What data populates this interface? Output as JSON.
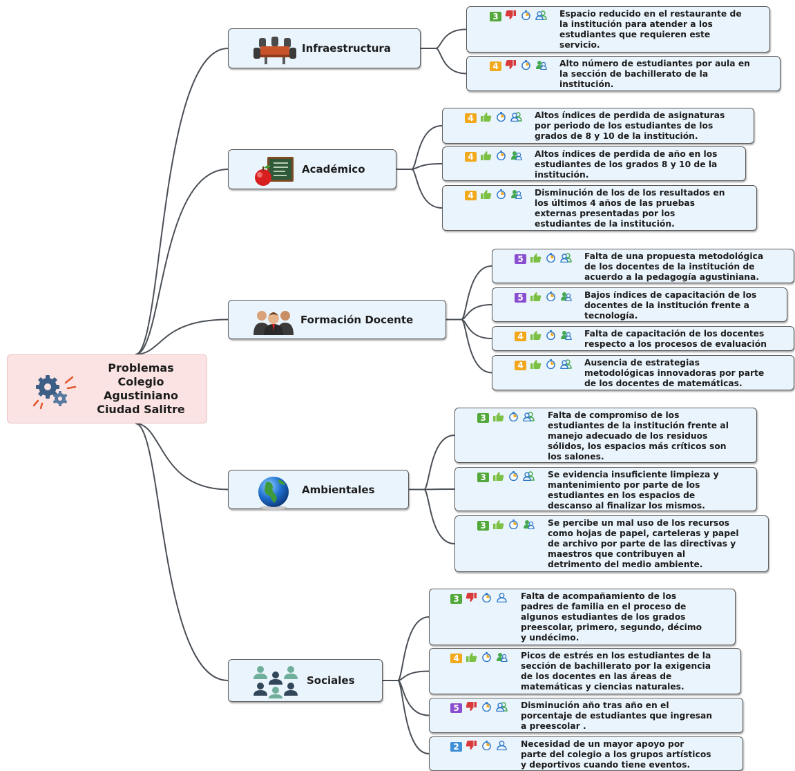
{
  "root": {
    "title": "Problemas\nColegio\nAgustiniano\nCiudad Salitre",
    "icon": "gears-icon"
  },
  "colors": {
    "priority": {
      "2": "#3f8fd6",
      "3": "#52a83a",
      "4": "#f2a81c",
      "5": "#8a4fd0"
    },
    "connector": "#4a4f56",
    "thumb_up": "#7cc043",
    "thumb_down": "#d83a3a"
  },
  "branches": [
    {
      "id": "infra",
      "label": "Infraestructura",
      "icon": "meeting-table-icon",
      "topics": [
        {
          "priority": "3",
          "rating": "thumb-down",
          "people": "group",
          "text": "Espacio reducido en el restaurante de\nla institución para atender  a los\nestudiantes que requieren este\nservicio."
        },
        {
          "priority": "4",
          "rating": "thumb-down",
          "people": "people",
          "text": "Alto número de estudiantes por aula en\nla sección de bachillerato de la\ninstitución."
        }
      ]
    },
    {
      "id": "academico",
      "label": "Académico",
      "icon": "apple-chalkboard-icon",
      "topics": [
        {
          "priority": "4",
          "rating": "thumb-up",
          "people": "group",
          "text": "Altos índices de perdida de asignaturas\npor periodo de los estudiantes  de los\ngrados de 8 y  10 de la institución."
        },
        {
          "priority": "4",
          "rating": "thumb-up",
          "people": "people",
          "text": "Altos índices de perdida de año en los\nestudiantes de los  grados 8 y 10 de la\ninstitución."
        },
        {
          "priority": "4",
          "rating": "thumb-up",
          "people": "people",
          "text": "Disminución de los de los resultados  en\nlos últimos 4 años de las pruebas\nexternas presentadas por los\nestudiantes de la institución."
        }
      ]
    },
    {
      "id": "formacion",
      "label": "Formación Docente",
      "icon": "teachers-icon",
      "topics": [
        {
          "priority": "5",
          "rating": "thumb-up",
          "people": "group",
          "text": "Falta de una propuesta metodológica\nde los docentes  de la institución de\nacuerdo a la pedagogía agustiniana."
        },
        {
          "priority": "5",
          "rating": "thumb-up",
          "people": "people",
          "text": "Bajos índices de capacitación  de los\ndocentes de la institución frente a\ntecnología."
        },
        {
          "priority": "4",
          "rating": "thumb-up",
          "people": "people",
          "text": "Falta de capacitación de los docentes\nrespecto a los procesos de evaluación"
        },
        {
          "priority": "4",
          "rating": "thumb-up",
          "people": "group",
          "text": " Ausencia de estrategias\nmetodológicas innovadoras por parte\nde los  docentes de matemáticas."
        }
      ]
    },
    {
      "id": "ambientales",
      "label": "Ambientales",
      "icon": "globe-icon",
      "topics": [
        {
          "priority": "3",
          "rating": "thumb-up",
          "people": "group",
          "text": "Falta de compromiso de los\nestudiantes de la institución frente al\nmanejo adecuado de los residuos\nsólidos, los espacios más críticos son\nlos salones."
        },
        {
          "priority": "3",
          "rating": "thumb-up",
          "people": "group",
          "text": "Se evidencia insuficiente limpieza y\nmantenimiento por parte de los\nestudiantes  en los espacios de\ndescanso al finalizar los mismos."
        },
        {
          "priority": "3",
          "rating": "thumb-up",
          "people": "people",
          "text": "Se percibe un mal uso de los recursos\ncomo hojas de papel, carteleras y papel\nde archivo por parte de las directivas y\nmaestros que contribuyen al\ndetrimento del medio ambiente."
        }
      ]
    },
    {
      "id": "sociales",
      "label": "Sociales",
      "icon": "community-icon",
      "topics": [
        {
          "priority": "3",
          "rating": "thumb-down",
          "people": "person",
          "text": "Falta de acompañamiento de los\npadres de familia  en el proceso  de\nalgunos estudiantes de los grados\npreescolar, primero, segundo, décimo\ny undécimo."
        },
        {
          "priority": "4",
          "rating": "thumb-up",
          "people": "people",
          "text": "Picos de estrés en los estudiantes de la\nsección de bachillerato por la exigencia\nde los docentes en las áreas de\nmatemáticas y ciencias naturales."
        },
        {
          "priority": "5",
          "rating": "thumb-down",
          "people": "group",
          "text": "Disminución  año tras año en el\nporcentaje de estudiantes que ingresan\na preescolar ."
        },
        {
          "priority": "2",
          "rating": "thumb-down",
          "people": "person",
          "text": "Necesidad de un mayor apoyo por\nparte del colegio a los grupos artísticos\ny deportivos cuando tiene eventos."
        }
      ]
    }
  ]
}
